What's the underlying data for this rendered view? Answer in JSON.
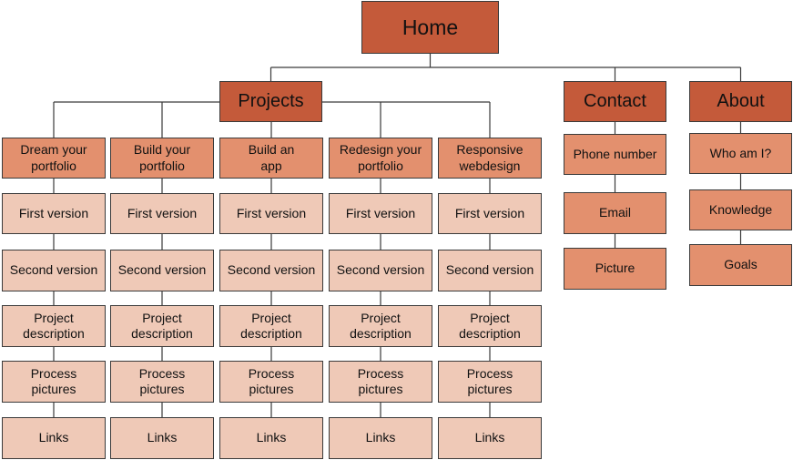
{
  "colors": {
    "root": "#c45a3a",
    "category": "#c45a3a",
    "section": "#e3906e",
    "leaf": "#efc9b7",
    "contact_item": "#e3906e",
    "about_item": "#e3906e",
    "line": "#3a3a3a"
  },
  "home": {
    "label": "Home"
  },
  "projects": {
    "label": "Projects",
    "columns": [
      {
        "title": [
          "Dream your",
          "portfolio"
        ],
        "items": [
          [
            "First version"
          ],
          [
            "Second version"
          ],
          [
            "Project",
            "description"
          ],
          [
            "Process",
            "pictures"
          ],
          [
            "Links"
          ]
        ]
      },
      {
        "title": [
          "Build your",
          "portfolio"
        ],
        "items": [
          [
            "First version"
          ],
          [
            "Second version"
          ],
          [
            "Project",
            "description"
          ],
          [
            "Process",
            "pictures"
          ],
          [
            "Links"
          ]
        ]
      },
      {
        "title": [
          "Build an",
          "app"
        ],
        "items": [
          [
            "First version"
          ],
          [
            "Second version"
          ],
          [
            "Project",
            "description"
          ],
          [
            "Process",
            "pictures"
          ],
          [
            "Links"
          ]
        ]
      },
      {
        "title": [
          "Redesign your",
          "portfolio"
        ],
        "items": [
          [
            "First version"
          ],
          [
            "Second version"
          ],
          [
            "Project",
            "description"
          ],
          [
            "Process",
            "pictures"
          ],
          [
            "Links"
          ]
        ]
      },
      {
        "title": [
          "Responsive",
          "webdesign"
        ],
        "items": [
          [
            "First version"
          ],
          [
            "Second version"
          ],
          [
            "Project",
            "description"
          ],
          [
            "Process",
            "pictures"
          ],
          [
            "Links"
          ]
        ]
      }
    ]
  },
  "contact": {
    "label": "Contact",
    "items": [
      [
        "Phone number"
      ],
      [
        "Email"
      ],
      [
        "Picture"
      ]
    ]
  },
  "about": {
    "label": "About",
    "items": [
      [
        "Who am I?"
      ],
      [
        "Knowledge"
      ],
      [
        "Goals"
      ]
    ]
  }
}
